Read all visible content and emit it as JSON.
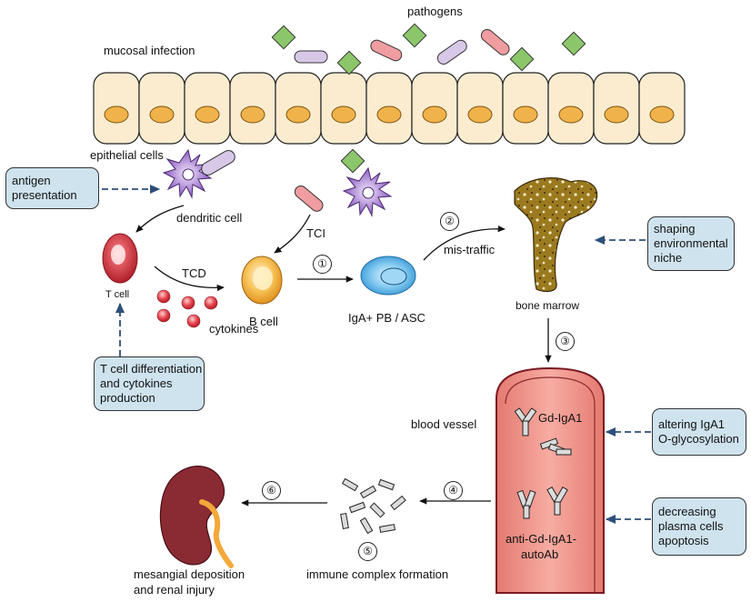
{
  "labels": {
    "pathogens": "pathogens",
    "mucosal_infection": "mucosal infection",
    "epithelial_cells": "epithelial cells",
    "dendritic_cell": "dendritic cell",
    "t_cell": "T cell",
    "tci": "TCI",
    "tcd": "TCD",
    "cytokines": "cytokines",
    "b_cell": "B cell",
    "iga_pb_asc": "IgA+  PB / ASC",
    "mis_traffic": "mis-traffic",
    "bone_marrow": "bone marrow",
    "blood_vessel": "blood vessel",
    "gd_iga1": "Gd-IgA1",
    "anti_gd_line1": "anti-Gd-IgA1-",
    "anti_gd_line2": "autoAb",
    "immune_complex": "immune complex formation",
    "mesangial_line1": "mesangial deposition",
    "mesangial_line2": "and renal injury"
  },
  "boxes": {
    "antigen_presentation": [
      "antigen",
      "presentation"
    ],
    "shaping_niche": [
      "shaping",
      "environmental",
      "niche"
    ],
    "t_cell_differentiation": [
      "T cell differentiation",
      "and cytokines",
      "production"
    ],
    "altering_iga1": [
      "altering IgA1",
      "O-glycosylation"
    ],
    "decreasing_plasma": [
      "decreasing",
      "plasma cells",
      "apoptosis"
    ]
  },
  "steps": [
    "①",
    "②",
    "③",
    "④",
    "⑤",
    "⑥"
  ],
  "colors": {
    "epithelial_fill": "#fbecd0",
    "nucleus_fill": "#f0b24a",
    "pathogen_green": "#8cc66a",
    "pathogen_pink": "#ef9da0",
    "pathogen_lavender": "#d8c8e8",
    "dendritic_purple": "#9a6cc0",
    "t_cell_red": "#d23a43",
    "b_cell_orange": "#f5b23a",
    "plasma_blue": "#5fb3e6",
    "vessel_fill": "#f39b90",
    "bone_color": "#8a6a1a",
    "box_fill": "#cfe3ee",
    "arrow_blue": "#2e4f7a",
    "kidney_color": "#8a2a33"
  }
}
